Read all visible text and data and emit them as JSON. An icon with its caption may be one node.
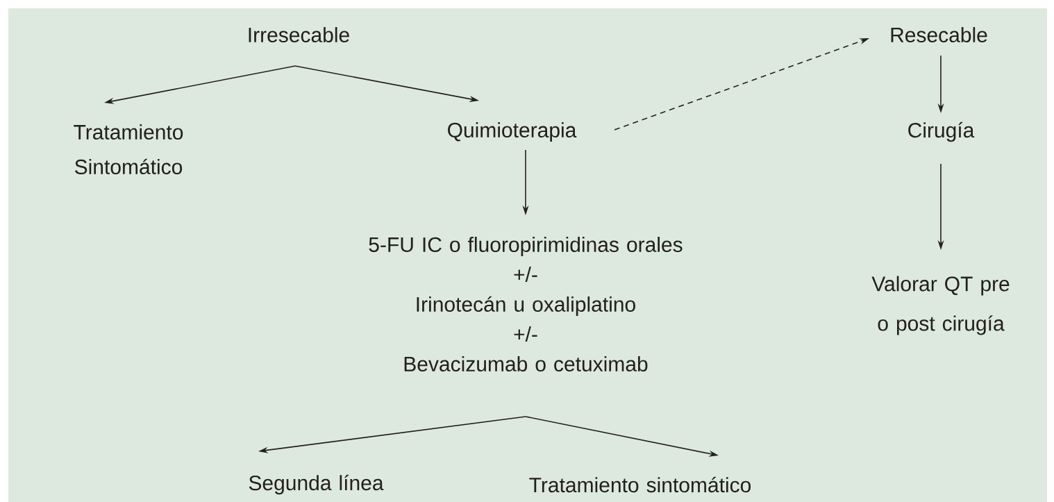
{
  "diagram": {
    "nodes": [
      {
        "text": [
          "Irresecable"
        ]
      },
      {
        "text": [
          "Tratamiento Sintomático"
        ]
      },
      {
        "text": [
          "Quimioterapia"
        ]
      },
      {
        "text": [
          "Resecable"
        ]
      },
      {
        "text": [
          "Cirugía"
        ]
      },
      {
        "text": [
          "Valorar QT pre o post cirugía"
        ]
      },
      {
        "text": [
          "5-FU IC o fluoropirimidinas orales",
          "+/-",
          "Irinotecán u oxaliplatino",
          "+/-",
          "Bevacizumab o cetuximab"
        ]
      },
      {
        "text": [
          "Segunda línea"
        ]
      },
      {
        "text": [
          "Tratamiento sintomático"
        ]
      }
    ],
    "edges": [
      {
        "from": 0,
        "to": 1,
        "arrow": "to"
      },
      {
        "from": 0,
        "to": 2,
        "arrow": "to"
      },
      {
        "from": 2,
        "to": 3,
        "arrow": "to",
        "style": "dashed"
      },
      {
        "from": 3,
        "to": 4,
        "arrow": "to"
      },
      {
        "from": 4,
        "to": 5,
        "arrow": "to"
      },
      {
        "from": 2,
        "to": 6,
        "arrow": "to"
      },
      {
        "from": 6,
        "to": 7,
        "arrow": "to"
      },
      {
        "from": 6,
        "to": 8,
        "arrow": "to"
      }
    ]
  }
}
